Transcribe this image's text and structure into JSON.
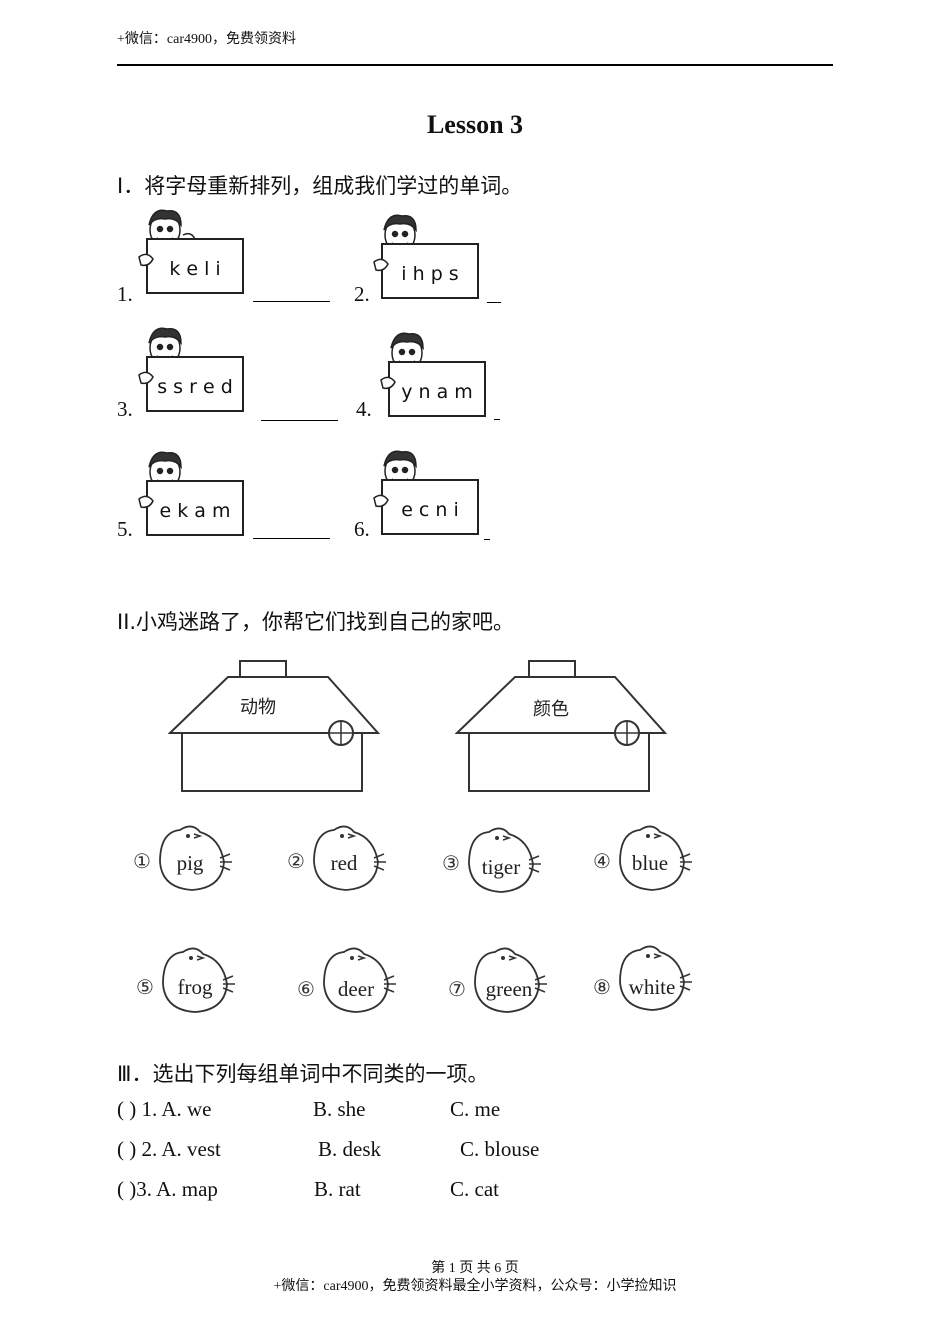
{
  "header": {
    "note": "+微信：car4900，免费领资料"
  },
  "title": "Lesson 3",
  "section1": {
    "heading": "I．将字母重新排列，组成我们学过的单词。",
    "items": [
      {
        "num": "1.",
        "letters": "k e l i"
      },
      {
        "num": "2.",
        "letters": "i h p s"
      },
      {
        "num": "3.",
        "letters": "s s r e d"
      },
      {
        "num": "4.",
        "letters": "y n a m"
      },
      {
        "num": "5.",
        "letters": "e k a m"
      },
      {
        "num": "6.",
        "letters": "e c n i"
      }
    ]
  },
  "section2": {
    "heading": "II.小鸡迷路了，你帮它们找到自己的家吧。",
    "houses": [
      {
        "label": "动物"
      },
      {
        "label": "颜色"
      }
    ],
    "chicks": [
      {
        "num": "①",
        "word": "pig"
      },
      {
        "num": "②",
        "word": "red"
      },
      {
        "num": "③",
        "word": "tiger"
      },
      {
        "num": "④",
        "word": "blue"
      },
      {
        "num": "⑤",
        "word": "frog"
      },
      {
        "num": "⑥",
        "word": "deer"
      },
      {
        "num": "⑦",
        "word": "green"
      },
      {
        "num": "⑧",
        "word": "white"
      }
    ]
  },
  "section3": {
    "heading": "Ⅲ．选出下列每组单词中不同类的一项。",
    "rows": [
      {
        "bracket": "(     ) 1. A. we",
        "b": "B. she",
        "c": "C. me"
      },
      {
        "bracket": "(     ) 2. A. vest",
        "b": "B. desk",
        "c": "C. blouse"
      },
      {
        "bracket": "(     )3. A. map",
        "b": "B. rat",
        "c": "C. cat"
      }
    ]
  },
  "footer": {
    "page": "第 1 页 共 6 页",
    "note": "+微信：car4900，免费领资料最全小学资料，公众号：小学捡知识"
  }
}
